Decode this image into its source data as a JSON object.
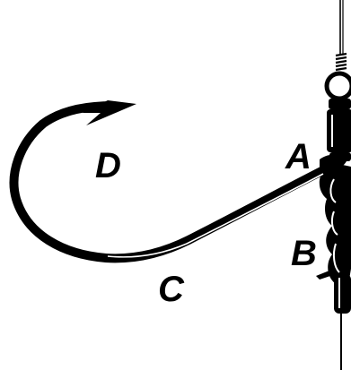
{
  "labels": {
    "a": "A",
    "b": "B",
    "c": "C",
    "d": "D"
  },
  "colors": {
    "ink": "#000000",
    "background": "#ffffff",
    "highlight": "#ffffff"
  }
}
